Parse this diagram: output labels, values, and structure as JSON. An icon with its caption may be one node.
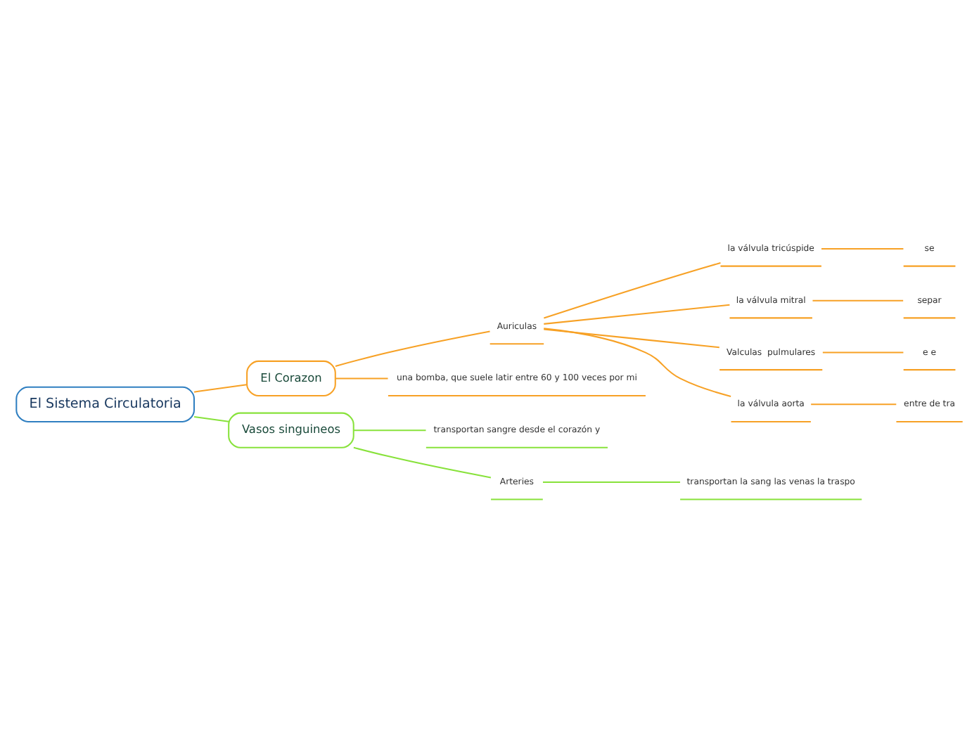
{
  "diagram": {
    "nodes": [
      {
        "text": [
          "El Sistema Circulatoria"
        ]
      },
      {
        "text": [
          "El Corazon"
        ]
      },
      {
        "text": [
          "Auriculas"
        ]
      },
      {
        "text": [
          "la válvula tricúspide"
        ]
      },
      {
        "text": [
          "se"
        ]
      },
      {
        "text": [
          "la válvula mitral"
        ]
      },
      {
        "text": [
          "separ"
        ]
      },
      {
        "text": [
          "Valculas  pulmulares"
        ]
      },
      {
        "text": [
          "e e"
        ]
      },
      {
        "text": [
          "la válvula aorta"
        ]
      },
      {
        "text": [
          "entre de tra"
        ]
      },
      {
        "text": [
          "una bomba, que suele latir entre 60 y 100 veces por mi"
        ]
      },
      {
        "text": [
          "Vasos singuineos"
        ]
      },
      {
        "text": [
          "transportan sangre desde el corazón y"
        ]
      },
      {
        "text": [
          "Arteries"
        ]
      },
      {
        "text": [
          "transportan la sang las venas la traspo"
        ]
      }
    ],
    "edges": [
      {
        "from": 0,
        "to": 1,
        "arrow": "none"
      },
      {
        "from": 1,
        "to": 2,
        "arrow": "none"
      },
      {
        "from": 2,
        "to": 3,
        "arrow": "none"
      },
      {
        "from": 3,
        "to": 4,
        "arrow": "none"
      },
      {
        "from": 2,
        "to": 5,
        "arrow": "none"
      },
      {
        "from": 5,
        "to": 6,
        "arrow": "none"
      },
      {
        "from": 2,
        "to": 7,
        "arrow": "none"
      },
      {
        "from": 7,
        "to": 8,
        "arrow": "none"
      },
      {
        "from": 2,
        "to": 9,
        "arrow": "none"
      },
      {
        "from": 9,
        "to": 10,
        "arrow": "none"
      },
      {
        "from": 1,
        "to": 11,
        "arrow": "none"
      },
      {
        "from": 0,
        "to": 12,
        "arrow": "none",
        "color": "#88e23b"
      },
      {
        "from": 12,
        "to": 13,
        "arrow": "none",
        "color": "#88e23b"
      },
      {
        "from": 12,
        "to": 14,
        "arrow": "none",
        "color": "#88e23b"
      },
      {
        "from": 14,
        "to": 15,
        "arrow": "none",
        "color": "#88e23b"
      }
    ]
  }
}
